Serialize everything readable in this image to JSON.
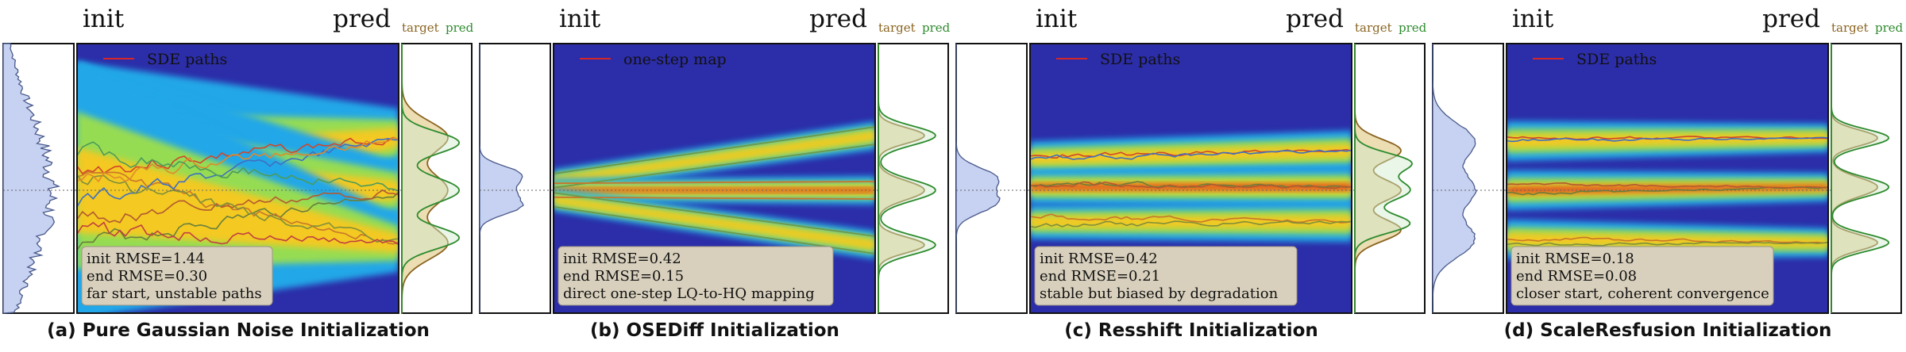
{
  "panels": [
    {
      "caption": "(a) Pure Gaussian Noise Initialization",
      "legend": "SDE paths",
      "init_label": "init",
      "pred_label": "pred",
      "target_label": "target",
      "pred_small_label": "pred",
      "stats": [
        "init RMSE=1.44",
        "end RMSE=0.30",
        "far start, unstable paths"
      ],
      "variant": "noise"
    },
    {
      "caption": "(b) OSEDiff Initialization",
      "legend": "one-step map",
      "init_label": "init",
      "pred_label": "pred",
      "target_label": "target",
      "pred_small_label": "pred",
      "stats": [
        "init RMSE=0.42",
        "end RMSE=0.15",
        "direct one-step LQ-to-HQ mapping"
      ],
      "variant": "osediff"
    },
    {
      "caption": "(c) Resshift Initialization",
      "legend": "SDE paths",
      "init_label": "init",
      "pred_label": "pred",
      "target_label": "target",
      "pred_small_label": "pred",
      "stats": [
        "init RMSE=0.42",
        "end RMSE=0.21",
        "stable but biased by degradation"
      ],
      "variant": "resshift"
    },
    {
      "caption": "(d) ScaleResfusion Initialization",
      "legend": "SDE paths",
      "init_label": "init",
      "pred_label": "pred",
      "target_label": "target",
      "pred_small_label": "pred",
      "stats": [
        "init RMSE=0.18",
        "end RMSE=0.08",
        "closer start, coherent convergence"
      ],
      "variant": "scaleres"
    }
  ],
  "colors": {
    "heat_bg": "#2c2da8",
    "init_fill": "#c7d2f2",
    "init_line": "#4a5a8a",
    "target_line": "#8a6420",
    "target_fill": "#e5d29a",
    "pred_line": "#2e8b2e",
    "pred_fill": "#cfeccb",
    "legend_line": "#d62728",
    "stats_box": "#d8d0bd"
  }
}
